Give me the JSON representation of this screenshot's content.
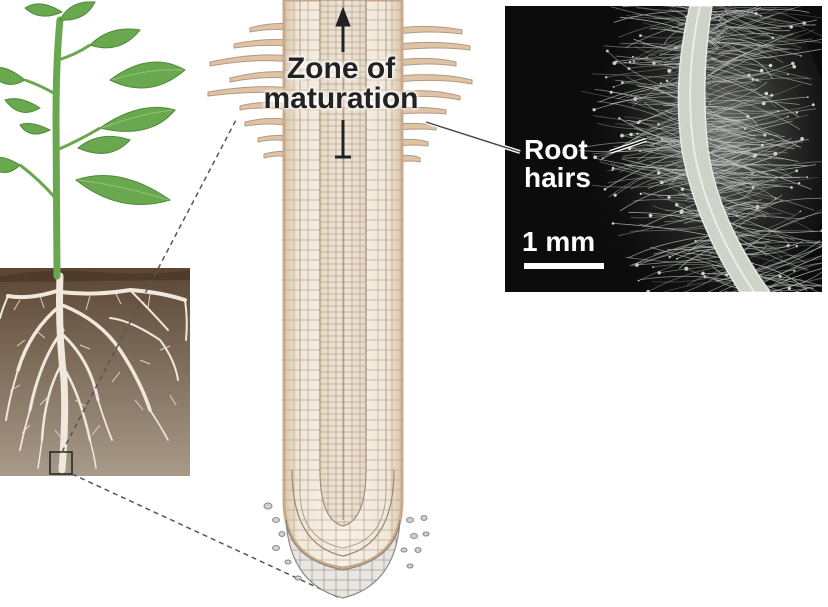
{
  "labels": {
    "zone": "Zone of\nmaturation",
    "root_hairs": "Root\nhairs",
    "scale": "1 mm"
  },
  "colors": {
    "soil_top": "#5b4634",
    "soil_bottom": "#a89a89",
    "leaf": "#6aa84f",
    "stem": "#5e9e44",
    "root": "#efe6d6",
    "root_outline": "#c9a98a",
    "photo_bg": "#0c0c0c",
    "hair": "#d6dcd6"
  }
}
